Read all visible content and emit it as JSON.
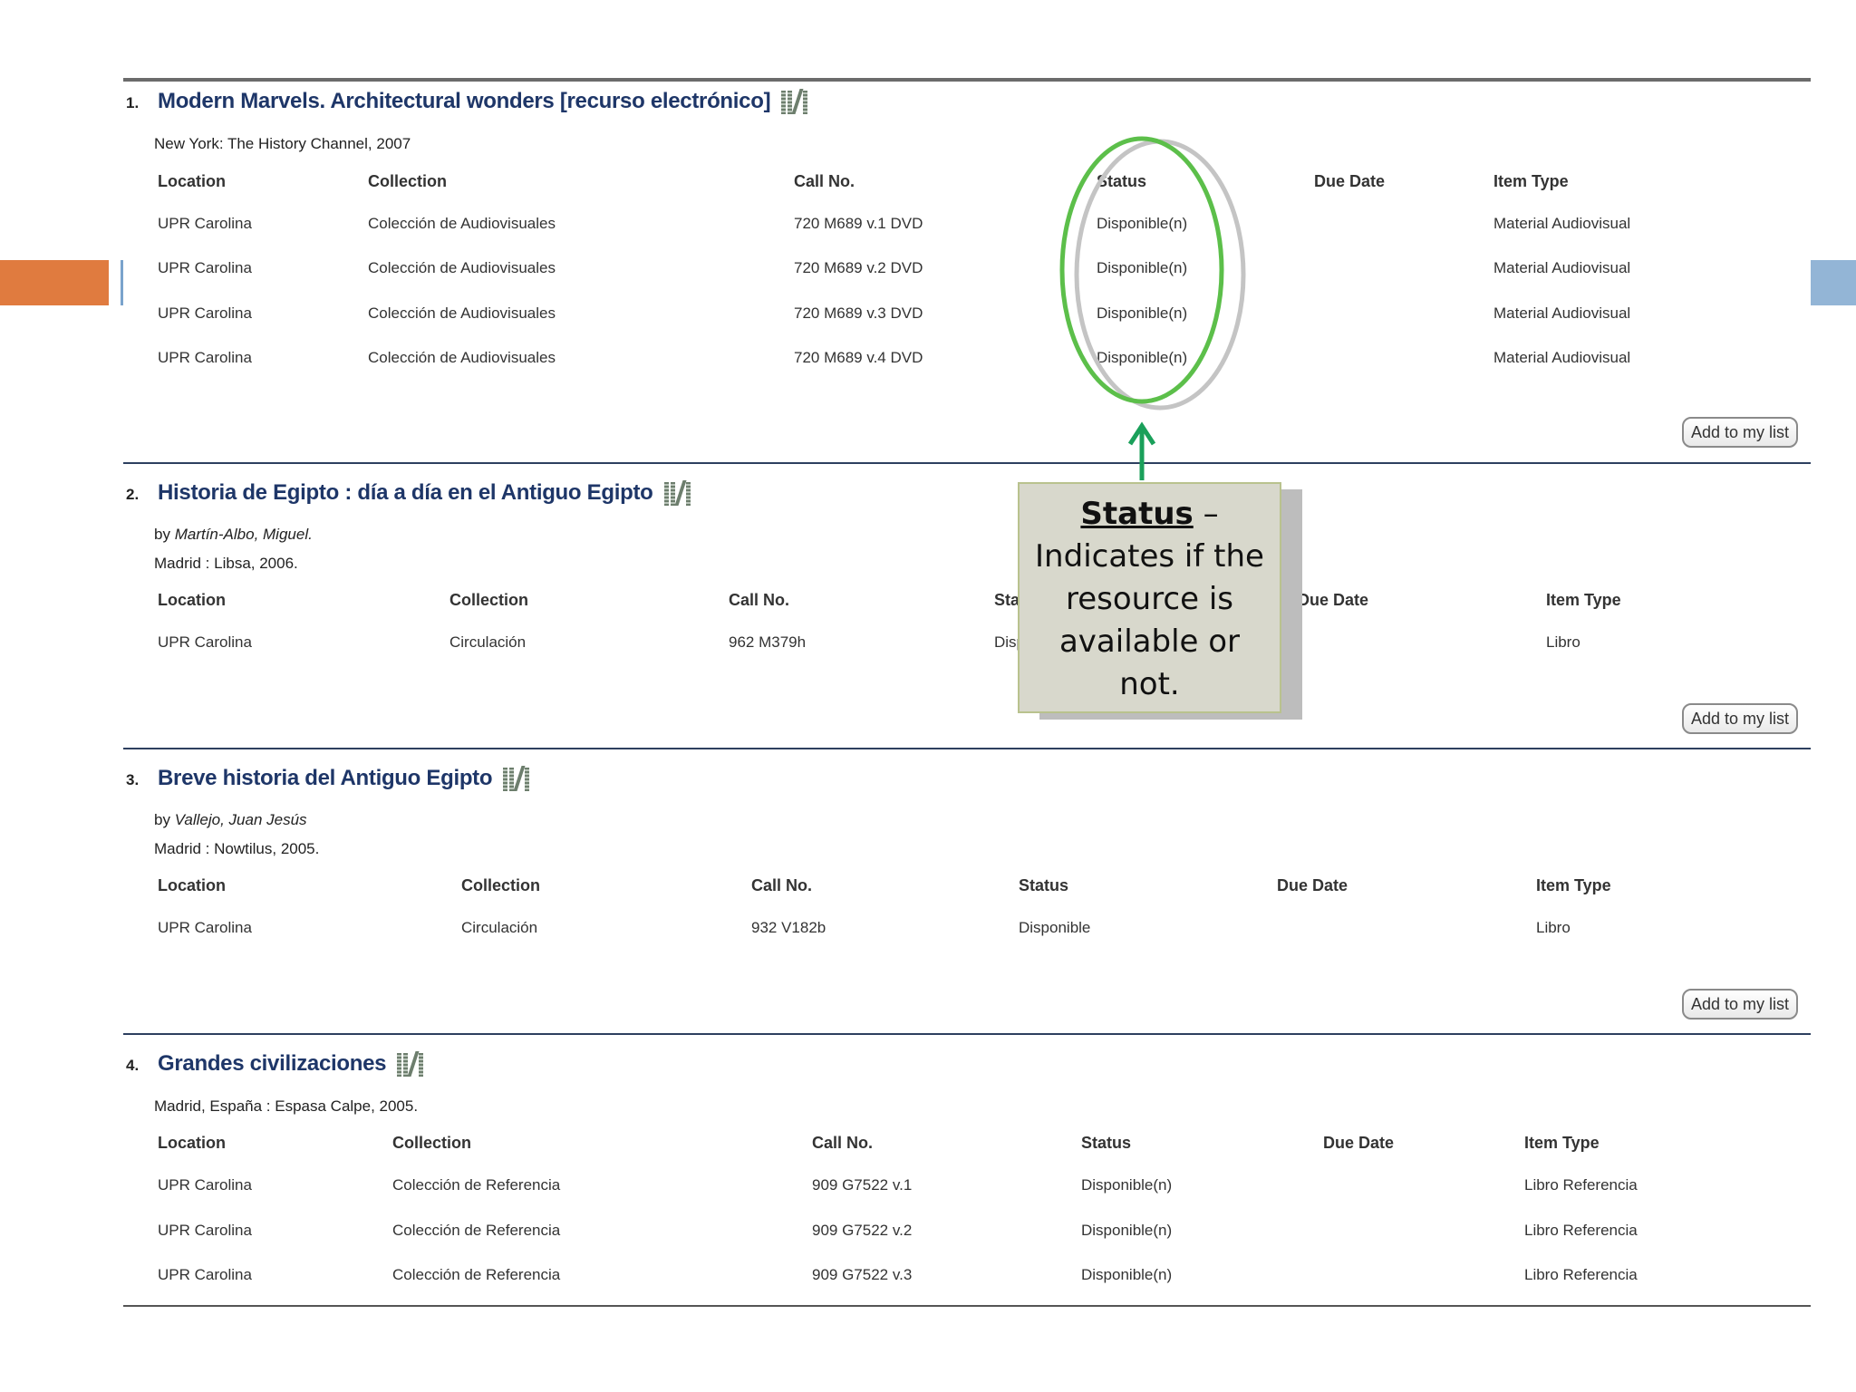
{
  "columns": {
    "location": "Location",
    "collection": "Collection",
    "call_no": "Call No.",
    "status": "Status",
    "due_date": "Due Date",
    "item_type": "Item Type"
  },
  "add_button_label": "Add to my list",
  "records": [
    {
      "number": "1.",
      "title": "Modern Marvels. Architectural wonders [recurso electrónico]",
      "publication": "New York: The History Channel, 2007",
      "items": [
        {
          "location": "UPR Carolina",
          "collection": "Colección de Audiovisuales",
          "call_no": "720 M689 v.1 DVD",
          "status": "Disponible(n)",
          "item_type": "Material Audiovisual"
        },
        {
          "location": "UPR Carolina",
          "collection": "Colección de Audiovisuales",
          "call_no": "720 M689 v.2 DVD",
          "status": "Disponible(n)",
          "item_type": "Material Audiovisual"
        },
        {
          "location": "UPR Carolina",
          "collection": "Colección de Audiovisuales",
          "call_no": "720 M689 v.3 DVD",
          "status": "Disponible(n)",
          "item_type": "Material Audiovisual"
        },
        {
          "location": "UPR Carolina",
          "collection": "Colección de Audiovisuales",
          "call_no": "720 M689 v.4 DVD",
          "status": "Disponible(n)",
          "item_type": "Material Audiovisual"
        }
      ]
    },
    {
      "number": "2.",
      "title": "Historia de Egipto : día a día en el Antiguo Egipto",
      "by_prefix": "by",
      "author": "Martín-Albo, Miguel.",
      "publication": "Madrid : Libsa, 2006.",
      "items": [
        {
          "location": "UPR Carolina",
          "collection": "Circulación",
          "call_no": "962 M379h",
          "status": "Disponible",
          "item_type": "Libro"
        }
      ]
    },
    {
      "number": "3.",
      "title": "Breve historia del Antiguo Egipto",
      "by_prefix": "by",
      "author": "Vallejo, Juan Jesús",
      "publication": "Madrid : Nowtilus, 2005.",
      "items": [
        {
          "location": "UPR Carolina",
          "collection": "Circulación",
          "call_no": "932 V182b",
          "status": "Disponible",
          "item_type": "Libro"
        }
      ]
    },
    {
      "number": "4.",
      "title": "Grandes civilizaciones",
      "publication": "Madrid, España : Espasa Calpe, 2005.",
      "items": [
        {
          "location": "UPR Carolina",
          "collection": "Colección de Referencia",
          "call_no": "909 G7522 v.1",
          "status": "Disponible(n)",
          "item_type": "Libro Referencia"
        },
        {
          "location": "UPR Carolina",
          "collection": "Colección de Referencia",
          "call_no": "909 G7522 v.2",
          "status": "Disponible(n)",
          "item_type": "Libro Referencia"
        },
        {
          "location": "UPR Carolina",
          "collection": "Colección de Referencia",
          "call_no": "909 G7522 v.3",
          "status": "Disponible(n)",
          "item_type": "Libro Referencia"
        }
      ]
    }
  ],
  "callout": {
    "term": "Status",
    "dash": " –",
    "text": "Indicates if the resource is available or not."
  },
  "colors": {
    "title": "#1e3668",
    "highlight_green": "#5cbf4a",
    "arrow_green": "#1aa05a",
    "accent_orange": "#e07b3f",
    "accent_blue": "#93b5d6",
    "callout_bg": "#d8d8cc"
  },
  "icons": {
    "resource": "electronic-resource-icon"
  }
}
